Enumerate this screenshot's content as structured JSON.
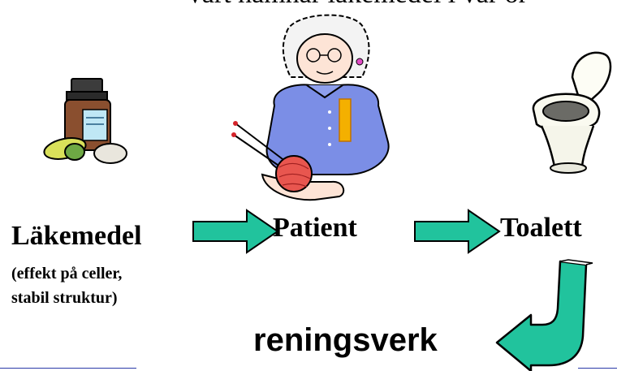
{
  "header": {
    "partial_title": "Vart hamnar läkemedel i vår omgivning?"
  },
  "nodes": {
    "medicine": {
      "label": "Läkemedel",
      "note_line1": "(effekt på celler,",
      "note_line2": "stabil struktur)"
    },
    "patient": {
      "label": "Patient"
    },
    "toilet": {
      "label": "Toalett"
    },
    "treatment": {
      "label": "reningsverk"
    }
  },
  "colors": {
    "arrow_fill": "#21c39d",
    "arrow_stroke": "#000000",
    "rule": "#2b3aa8",
    "patient_shirt": "#7b8ee6",
    "yarn": "#e8564f",
    "pendant": "#f4b000"
  },
  "icons": {
    "medicine": "medicine-bottle-pills-icon",
    "patient": "elderly-woman-knitting-icon",
    "toilet": "toilet-icon"
  }
}
